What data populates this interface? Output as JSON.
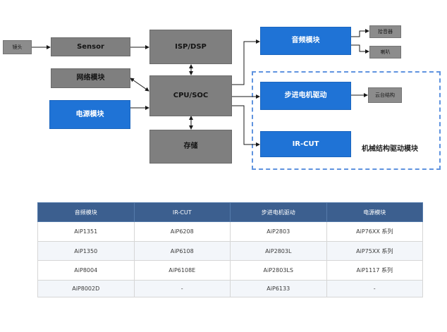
{
  "diagram": {
    "lens": "镜头",
    "sensor": "Sensor",
    "isp": "ISP/DSP",
    "network": "网络模块",
    "power": "电源模块",
    "cpu": "CPU/SOC",
    "storage": "存储",
    "audio": "音频模块",
    "mic": "拾音器",
    "speaker": "喇叭",
    "stepper": "步进电机驱动",
    "pan_tilt": "云台结构",
    "ircut": "IR-CUT",
    "mech_label": "机械结构驱动模块"
  },
  "table": {
    "headers": [
      "音频模块",
      "IR-CUT",
      "步进电机驱动",
      "电源模块"
    ],
    "rows": [
      [
        "AiP1351",
        "AiP6208",
        "AiP2803",
        "AiP76XX 系列"
      ],
      [
        "AiP1350",
        "AiP6108",
        "AiP2803L",
        "AiP75XX 系列"
      ],
      [
        "AiP8004",
        "AiP6108E",
        "AiP2803LS",
        "AiP1117 系列"
      ],
      [
        "AiP8002D",
        "-",
        "AiP6133",
        "-"
      ]
    ]
  },
  "colors": {
    "block_gray": "#7f7f7f",
    "block_blue": "#1f73d6",
    "table_header": "#3c5f8f",
    "dashed_frame": "#5f93df"
  }
}
